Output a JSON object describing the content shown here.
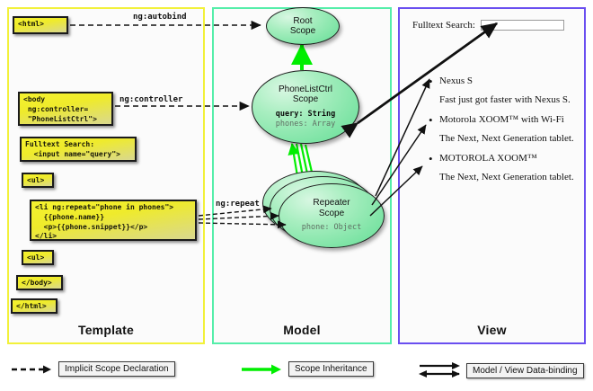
{
  "panels": {
    "template": {
      "label": "Template",
      "border_color": "#f2f13a"
    },
    "model": {
      "label": "Model",
      "border_color": "#55eeaa"
    },
    "view": {
      "label": "View",
      "border_color": "#6a4ff0"
    }
  },
  "template_boxes": [
    {
      "id": "html-open",
      "text": "<html>"
    },
    {
      "id": "body-open",
      "text": "<body\n ng:controller=\n \"PhoneListCtrl\">"
    },
    {
      "id": "search",
      "text": "Fulltext Search:\n  <input name=\"query\">"
    },
    {
      "id": "ul-open",
      "text": "<ul>"
    },
    {
      "id": "li-repeat",
      "text": "<li ng:repeat=\"phone in phones\">\n  {{phone.name}}\n  <p>{{phone.snippet}}</p>\n</li>"
    },
    {
      "id": "ul-close",
      "text": "<ul>"
    },
    {
      "id": "body-close",
      "text": "</body>"
    },
    {
      "id": "html-close",
      "text": "</html>"
    }
  ],
  "connector_labels": {
    "autobind": "ng:autobind",
    "controller": "ng:controller",
    "repeat": "ng:repeat"
  },
  "scopes": [
    {
      "id": "root",
      "title": "Root\nScope",
      "props": []
    },
    {
      "id": "phonelist",
      "title": "PhoneListCtrl\nScope",
      "props": [
        {
          "text": "query: String",
          "style": "bold"
        },
        {
          "text": "phones: Array",
          "style": "dim"
        }
      ]
    },
    {
      "id": "repeater",
      "title": "Repeater\nScope",
      "props": [
        {
          "text": "phone: Object",
          "style": "dim"
        }
      ]
    }
  ],
  "view": {
    "search_label": "Fulltext Search:",
    "search_value": "",
    "search_placeholder": "",
    "phones": [
      {
        "name": "Nexus S",
        "snippet": "Fast just got faster with Nexus S."
      },
      {
        "name": "Motorola XOOM™  with Wi-Fi",
        "snippet": "The Next, Next Generation tablet."
      },
      {
        "name": "MOTOROLA XOOM™",
        "snippet": "The Next, Next Generation tablet."
      }
    ]
  },
  "legend": [
    {
      "id": "implicit",
      "label": "Implicit Scope Declaration",
      "kind": "dashed-arrow",
      "color": "#111111"
    },
    {
      "id": "inheritance",
      "label": "Scope Inheritance",
      "kind": "solid-arrow",
      "color": "#00ee00"
    },
    {
      "id": "databinding",
      "label": "Model / View Data-binding",
      "kind": "double-arrow",
      "color": "#111111"
    }
  ],
  "colors": {
    "yellow_box": "#f2ef2d",
    "green_scope": "#62dd94",
    "inheritance_green": "#00ee00",
    "template_border": "#f2f13a",
    "model_border": "#55eeaa",
    "view_border": "#6a4ff0"
  }
}
